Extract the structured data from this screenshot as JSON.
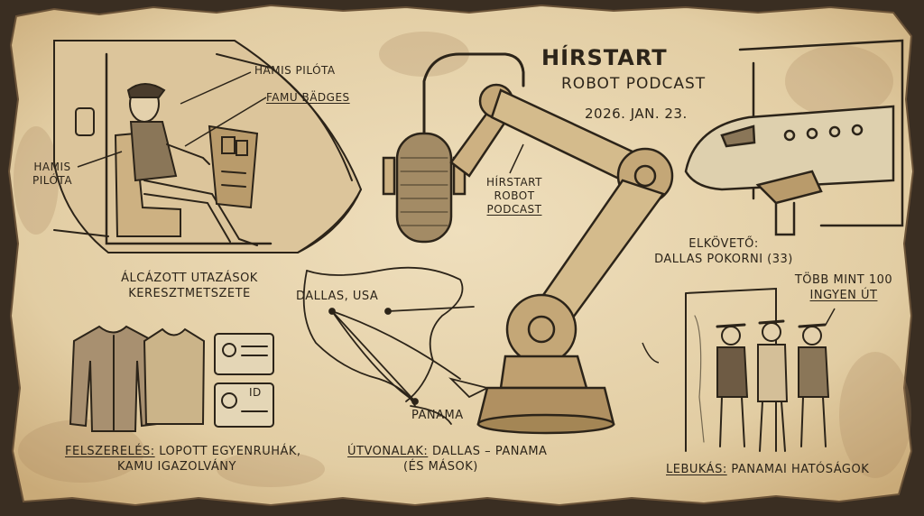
{
  "header": {
    "title": "HÍRSTART",
    "subtitle": "ROBOT PODCAST",
    "date": "2026. JAN. 23."
  },
  "robot_caption": [
    "HÍRSTART",
    "ROBOT",
    "PODCAST"
  ],
  "cockpit": {
    "label_fake_pilot_top": "HAMIS PILÓTA",
    "label_badges": "FAMU BÄDGES",
    "label_fake_pilot_left": [
      "HAMIS",
      "PILÓTA"
    ],
    "caption": [
      "ÁLCÁZOTT UTAZÁSOK",
      "KERESZTMETSZETE"
    ]
  },
  "equipment": {
    "caption_title": "FELSZERELÉS:",
    "caption_line1_rest": " LOPOTT EGYENRUHÁK,",
    "caption_line2": "KAMU IGAZOLVÁNY",
    "id_text": "ID"
  },
  "route": {
    "label_dallas": "DALLAS, USA",
    "label_panama": "PANAMA",
    "caption_title": "ÚTVONALAK:",
    "caption_line1_rest": " DALLAS – PANAMA",
    "caption_line2": "(ÉS MÁSOK)"
  },
  "perpetrator": {
    "line1": "ELKÖVETŐ:",
    "line2": "DALLAS POKORNI (33)"
  },
  "trips": {
    "line1": "TÖBB MINT 100",
    "line2": "INGYEN ÚT"
  },
  "arrest": {
    "caption_title": "LEBUKÁS:",
    "caption_rest": " PANAMAI HATÓSÁGOK"
  },
  "colors": {
    "paper": "#e6d3ad",
    "ink": "#2c2419",
    "stain": "#a9855a"
  }
}
